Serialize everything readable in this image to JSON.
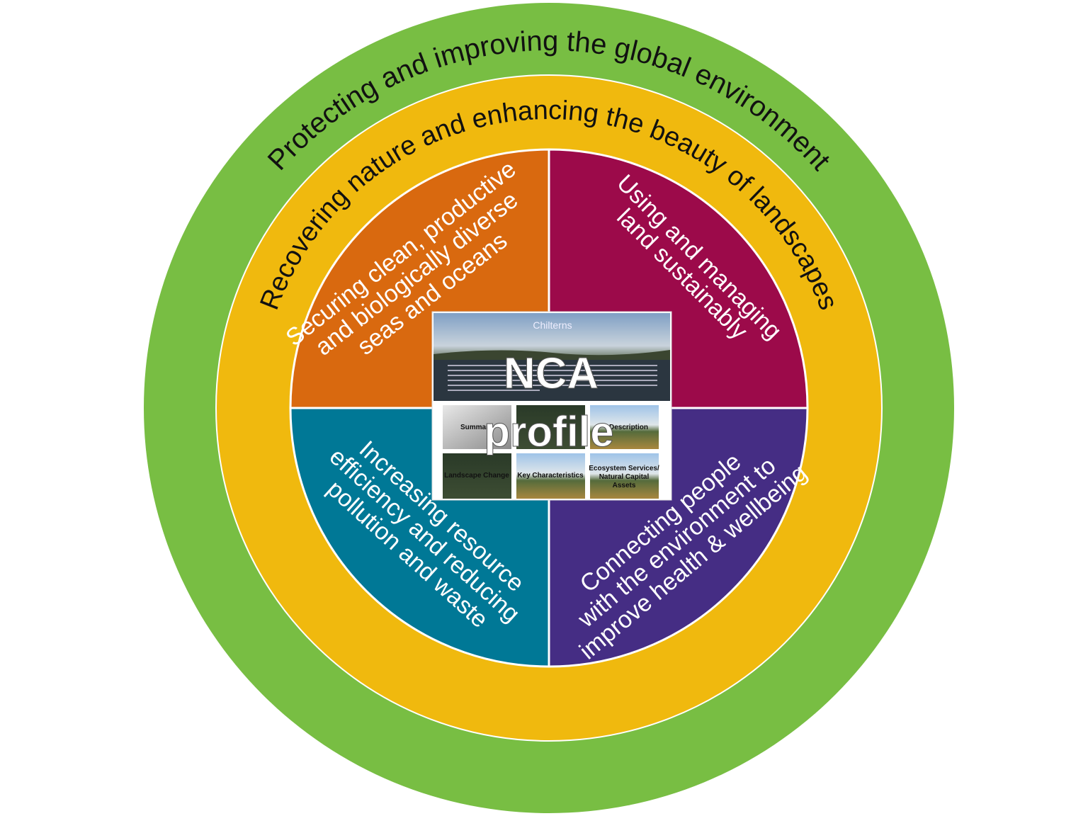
{
  "colors": {
    "outer_ring": "#78BE43",
    "middle_ring": "#F0B90E",
    "quadrant_top_left": "#D9690F",
    "quadrant_top_right": "#9C0A4A",
    "quadrant_bottom_left": "#007896",
    "quadrant_bottom_right": "#452D84"
  },
  "outer_ring": {
    "label": "Protecting and improving the global environment"
  },
  "middle_ring": {
    "label": "Recovering nature and enhancing the beauty of landscapes"
  },
  "quadrants": {
    "top_left": {
      "lines": [
        "Securing clean, productive",
        "and biologically diverse",
        "seas and oceans"
      ]
    },
    "top_right": {
      "lines": [
        "Using and managing",
        "land sustainably"
      ]
    },
    "bottom_left": {
      "lines": [
        "Increasing resource",
        "efficiency and reducing",
        "pollution and waste"
      ]
    },
    "bottom_right": {
      "lines": [
        "Connecting people",
        "with the environment to",
        "improve health & wellbeing"
      ]
    }
  },
  "center": {
    "header_title": "Chilterns",
    "overlay_line1": "NCA",
    "overlay_line2": "profile",
    "tiles": [
      "Summary",
      "",
      "Description",
      "Landscape Change",
      "Key Characteristics",
      "Ecosystem Services/",
      "Natural Capital",
      "Assets"
    ]
  }
}
